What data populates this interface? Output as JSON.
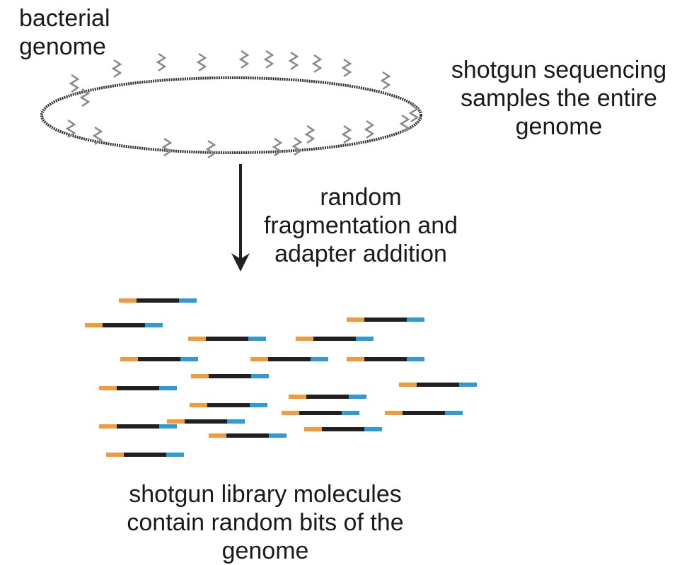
{
  "labels": {
    "genome_label": "bacterial\ngenome",
    "shotgun_label": "shotgun sequencing\nsamples the entire\ngenome",
    "fragmentation_label": "random\nfragmentation and\nadapter addition",
    "library_label": "shotgun library molecules\ncontain random bits of the\ngenome"
  },
  "colors": {
    "genome_ring": "#333333",
    "fragment_zigzag": "#8a8a8a",
    "arrow": "#222222",
    "insert": "#231f20",
    "adapter_left": "#f39a3a",
    "adapter_right": "#2e9ad6"
  }
}
